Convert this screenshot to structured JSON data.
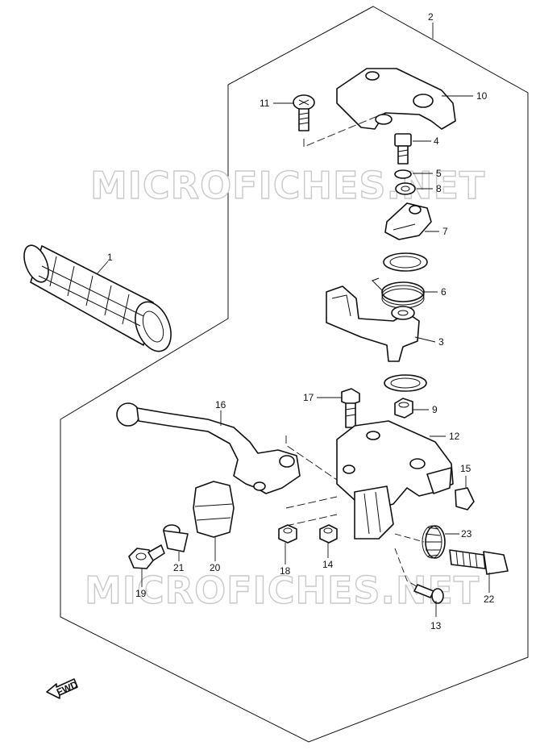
{
  "watermarks": [
    "MICROFICHES.NET",
    "MICROFICHES.NET"
  ],
  "fwd_label": "FWD",
  "callouts": [
    {
      "id": "c1",
      "text": "1"
    },
    {
      "id": "c2",
      "text": "2"
    },
    {
      "id": "c3",
      "text": "3"
    },
    {
      "id": "c4",
      "text": "4"
    },
    {
      "id": "c5",
      "text": "5"
    },
    {
      "id": "c6",
      "text": "6"
    },
    {
      "id": "c7",
      "text": "7"
    },
    {
      "id": "c8",
      "text": "8"
    },
    {
      "id": "c9",
      "text": "9"
    },
    {
      "id": "c10",
      "text": "10"
    },
    {
      "id": "c11",
      "text": "11"
    },
    {
      "id": "c12",
      "text": "12"
    },
    {
      "id": "c13",
      "text": "13"
    },
    {
      "id": "c14",
      "text": "14"
    },
    {
      "id": "c15",
      "text": "15"
    },
    {
      "id": "c16",
      "text": "16"
    },
    {
      "id": "c17",
      "text": "17"
    },
    {
      "id": "c18",
      "text": "18"
    },
    {
      "id": "c19",
      "text": "19"
    },
    {
      "id": "c20",
      "text": "20"
    },
    {
      "id": "c21",
      "text": "21"
    },
    {
      "id": "c22",
      "text": "22"
    },
    {
      "id": "c23",
      "text": "23"
    }
  ]
}
